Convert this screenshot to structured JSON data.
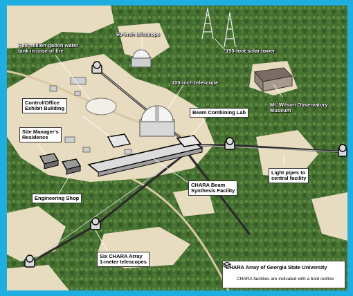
{
  "labels": {
    "telescope_60": "60-inch telescope",
    "water_tank": "Half-million-gallon water\ntank in case of fire",
    "solar_tower": "150-foot solar tower",
    "telescope_100": "100-inch telescope",
    "control_building": "Control/Office\nExhibit Building",
    "beam_lab": "Beam Combining Lab",
    "museum": "Mt. Wilson Observatory\nMuseum",
    "site_manager": "Site Manager's\nResidence",
    "engineering_shop": "Engineering Shop",
    "beam_synthesis": "CHARA Beam\nSynthesis Facility",
    "light_pipes": "Light pipes to\ncentral facility",
    "six_telescopes": "Six CHARA Array\n1-meter telescopes"
  },
  "legend": {
    "title": "CHARA Array of Georgia State University",
    "note": "CHARA facilities are indicated with a bold outline"
  },
  "colors": {
    "frame": "#1faee0",
    "forest": "#3f6b2e",
    "clearing": "#e8dcc0",
    "light_pipe": "#2a2a2a"
  }
}
